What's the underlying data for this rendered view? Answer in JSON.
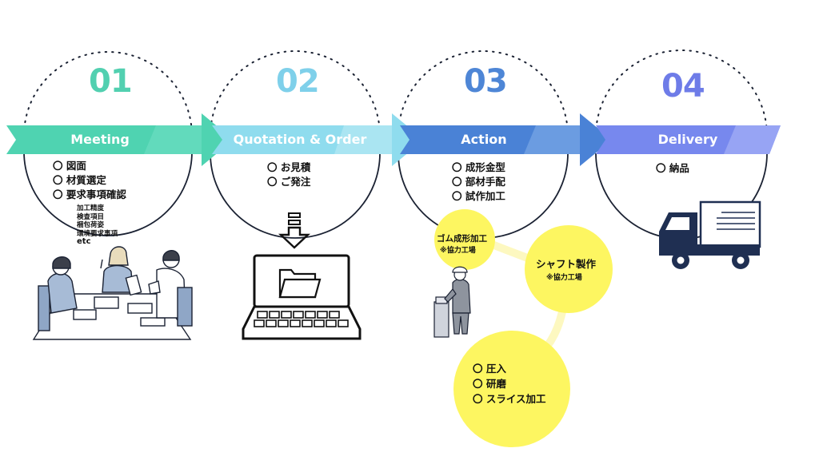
{
  "stages": [
    {
      "number": "01",
      "label": "Meeting",
      "items": [
        "〇 図面",
        "〇 材質選定",
        "〇 要求事項確認"
      ],
      "sub_items": [
        "加工精度",
        "検査項目",
        "梱包荷姿",
        "環境要求事項",
        "etc"
      ]
    },
    {
      "number": "02",
      "label": "Quotation & Order",
      "items": [
        "〇 お見積",
        "〇 ご発注"
      ]
    },
    {
      "number": "03",
      "label": "Action",
      "items": [
        "〇 成形金型",
        "〇 部材手配",
        "〇 試作加工"
      ]
    },
    {
      "number": "04",
      "label": "Delivery",
      "items": [
        "〇 納品"
      ]
    }
  ],
  "bubbles": {
    "rubber": {
      "title": "ゴム成形加工",
      "sub": "※協力工場"
    },
    "shaft": {
      "title": "シャフト製作",
      "sub": "※協力工場"
    },
    "process": {
      "items": [
        "〇 圧入",
        "〇 研磨",
        "〇 スライス加工"
      ]
    }
  },
  "colors": {
    "num1": "#52d0b0",
    "num2": "#7fd0ea",
    "num3": "#4e86d6",
    "num4": "#6e7ce8",
    "arrow1": "#4fd3b1",
    "arrow2": "#8fdcee",
    "arrow3": "#4a82d6",
    "arrow4": "#7788ee",
    "bubble": "#fdf661",
    "outline": "#1b2233"
  },
  "icons": [
    "meeting-people-illustration",
    "laptop-download-icon",
    "factory-worker-illustration",
    "delivery-truck-icon"
  ]
}
